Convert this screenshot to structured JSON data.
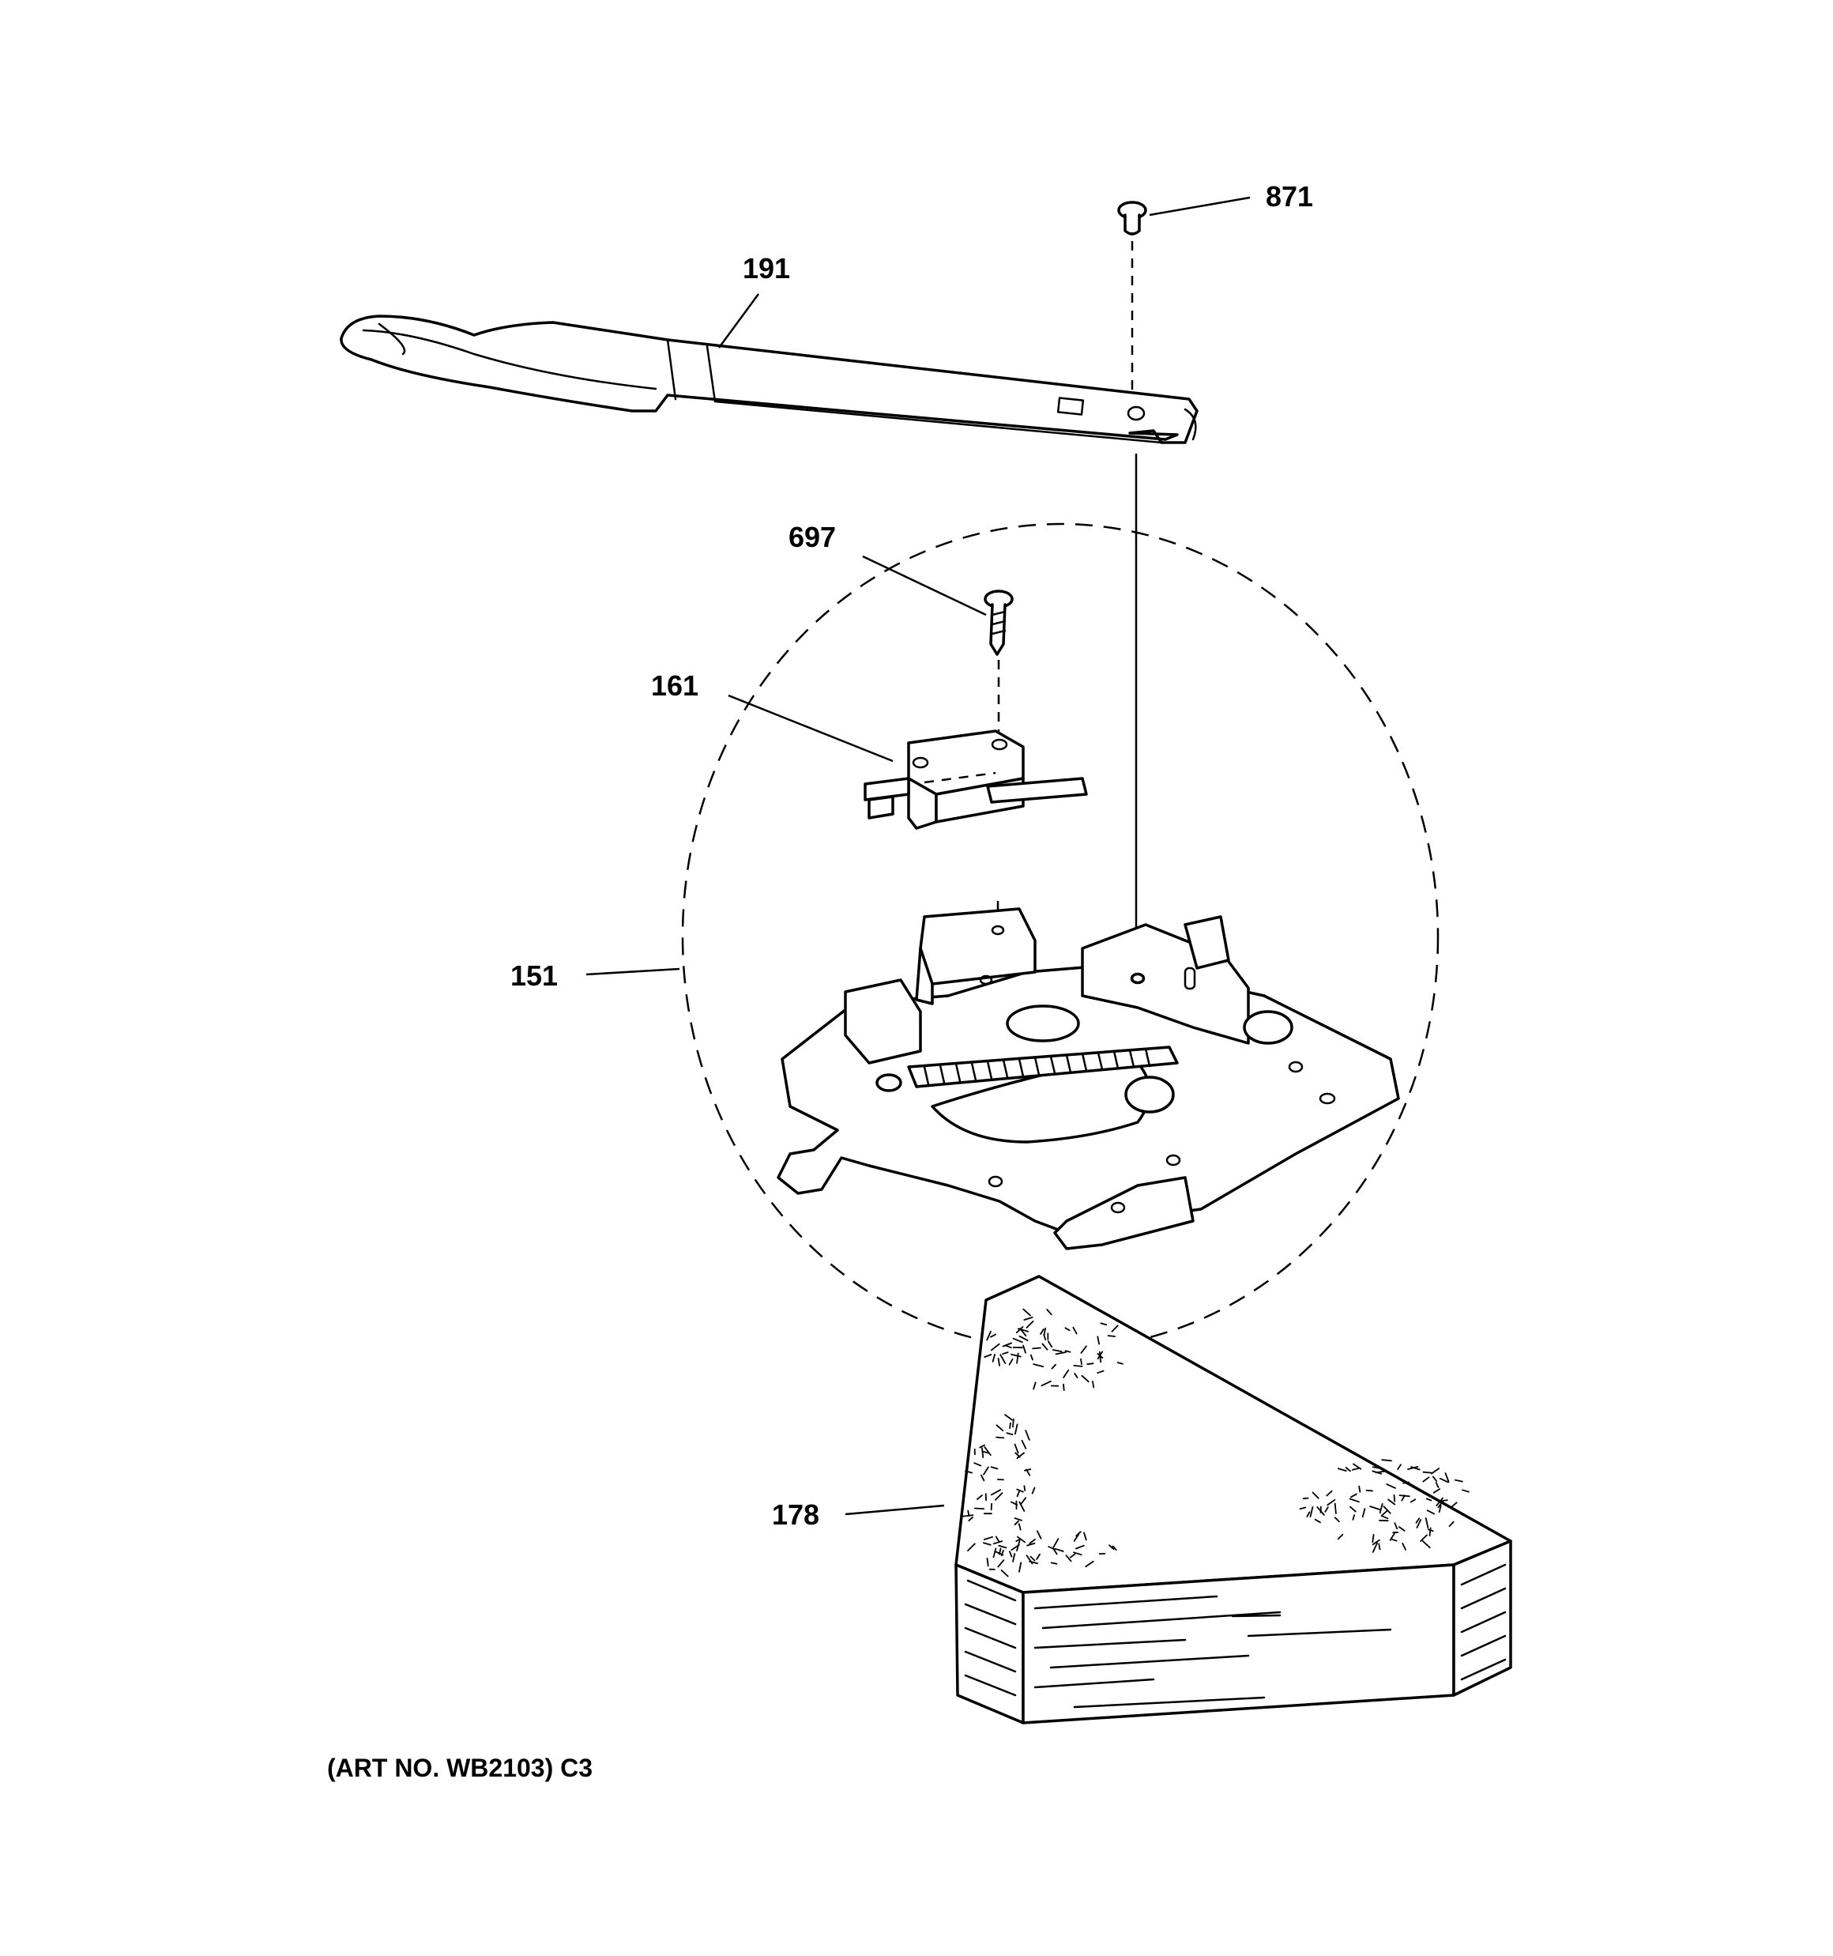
{
  "callouts": {
    "p871": "871",
    "p191": "191",
    "p697": "697",
    "p161": "161",
    "p151": "151",
    "p178": "178"
  },
  "caption": "(ART NO. WB2103) C3"
}
